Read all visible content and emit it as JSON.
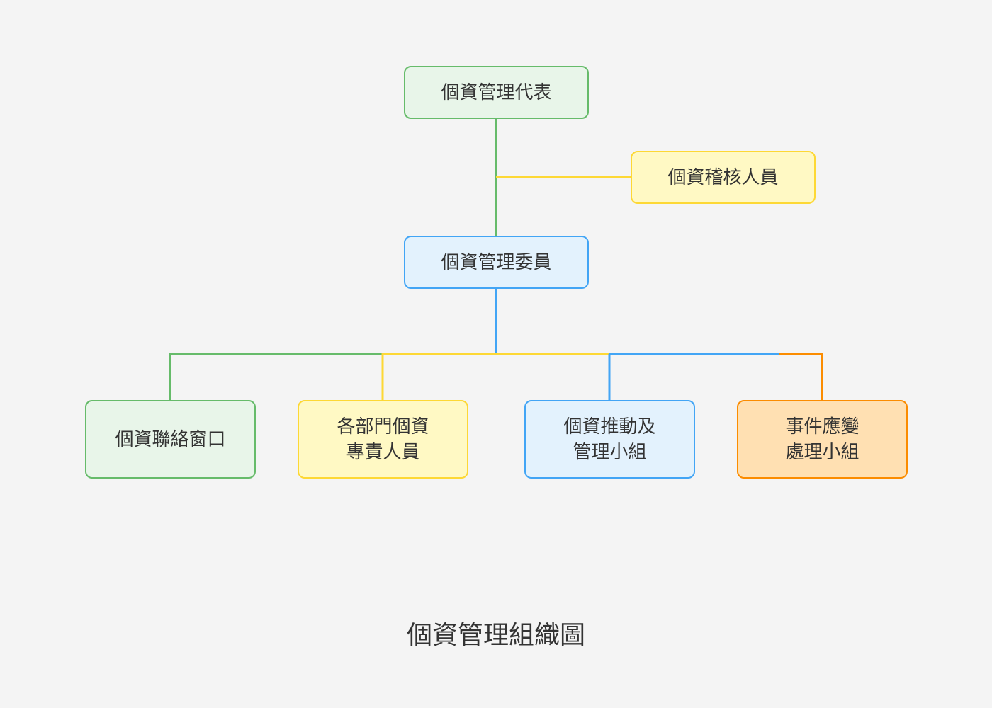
{
  "colors": {
    "background": "#f4f4f4",
    "text": "#333333",
    "green_fill": "#e8f5e9",
    "green_border": "#66bb6a",
    "yellow_fill": "#fff9c4",
    "yellow_border": "#fdd835",
    "blue_fill": "#e3f2fd",
    "blue_border": "#42a5f5",
    "orange_fill": "#ffe0b2",
    "orange_border": "#fb8c00"
  },
  "nodes": {
    "representative": {
      "lines": [
        "個資管理代表"
      ],
      "color": "green"
    },
    "auditor": {
      "lines": [
        "個資稽核人員"
      ],
      "color": "yellow"
    },
    "committee": {
      "lines": [
        "個資管理委員"
      ],
      "color": "blue"
    },
    "contact_window": {
      "lines": [
        "個資聯絡窗口"
      ],
      "color": "green"
    },
    "department_staff": {
      "lines": [
        "各部門個資",
        "專責人員"
      ],
      "color": "yellow"
    },
    "promotion_team": {
      "lines": [
        "個資推動及",
        "管理小組"
      ],
      "color": "blue"
    },
    "incident_team": {
      "lines": [
        "事件應變",
        "處理小組"
      ],
      "color": "orange"
    }
  },
  "connections": [
    {
      "from": "representative",
      "to": "committee",
      "color": "green"
    },
    {
      "from": "representative",
      "to": "auditor",
      "color": "yellow"
    },
    {
      "from": "committee",
      "to": "contact_window",
      "color": "green"
    },
    {
      "from": "committee",
      "to": "department_staff",
      "color": "yellow"
    },
    {
      "from": "committee",
      "to": "promotion_team",
      "color": "blue"
    },
    {
      "from": "committee",
      "to": "incident_team",
      "color": "orange"
    }
  ],
  "caption": "個資管理組織圖"
}
